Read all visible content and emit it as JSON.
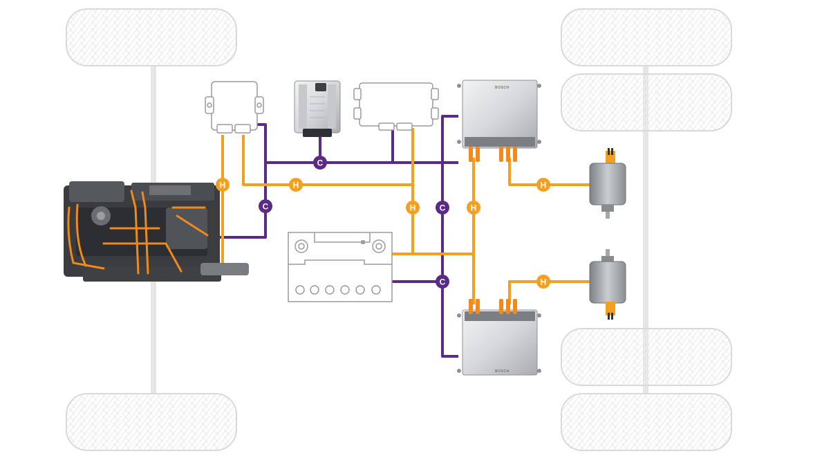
{
  "colors": {
    "hv_line": "#f3a020",
    "can_line": "#5b2a86",
    "chassis_outline": "#d9d9d9",
    "module_light": "#e3e4e6",
    "module_dark": "#9ea1a6"
  },
  "labels": {
    "hv": "H",
    "can": "C",
    "brand": "BOSCH"
  },
  "components": [
    {
      "id": "fuel-cell-stack",
      "icon": "engine-icon"
    },
    {
      "id": "control-unit-outline-left",
      "icon": "ecu-icon"
    },
    {
      "id": "control-unit-silver",
      "icon": "ecu-icon"
    },
    {
      "id": "control-unit-outline-right",
      "icon": "ecu-icon"
    },
    {
      "id": "battery",
      "icon": "battery-icon"
    },
    {
      "id": "inverter-top",
      "icon": "inverter-icon"
    },
    {
      "id": "inverter-bottom",
      "icon": "inverter-icon"
    },
    {
      "id": "motor-top",
      "icon": "motor-icon"
    },
    {
      "id": "motor-bottom",
      "icon": "motor-icon"
    },
    {
      "id": "wheels",
      "icon": "tire-icon"
    }
  ]
}
